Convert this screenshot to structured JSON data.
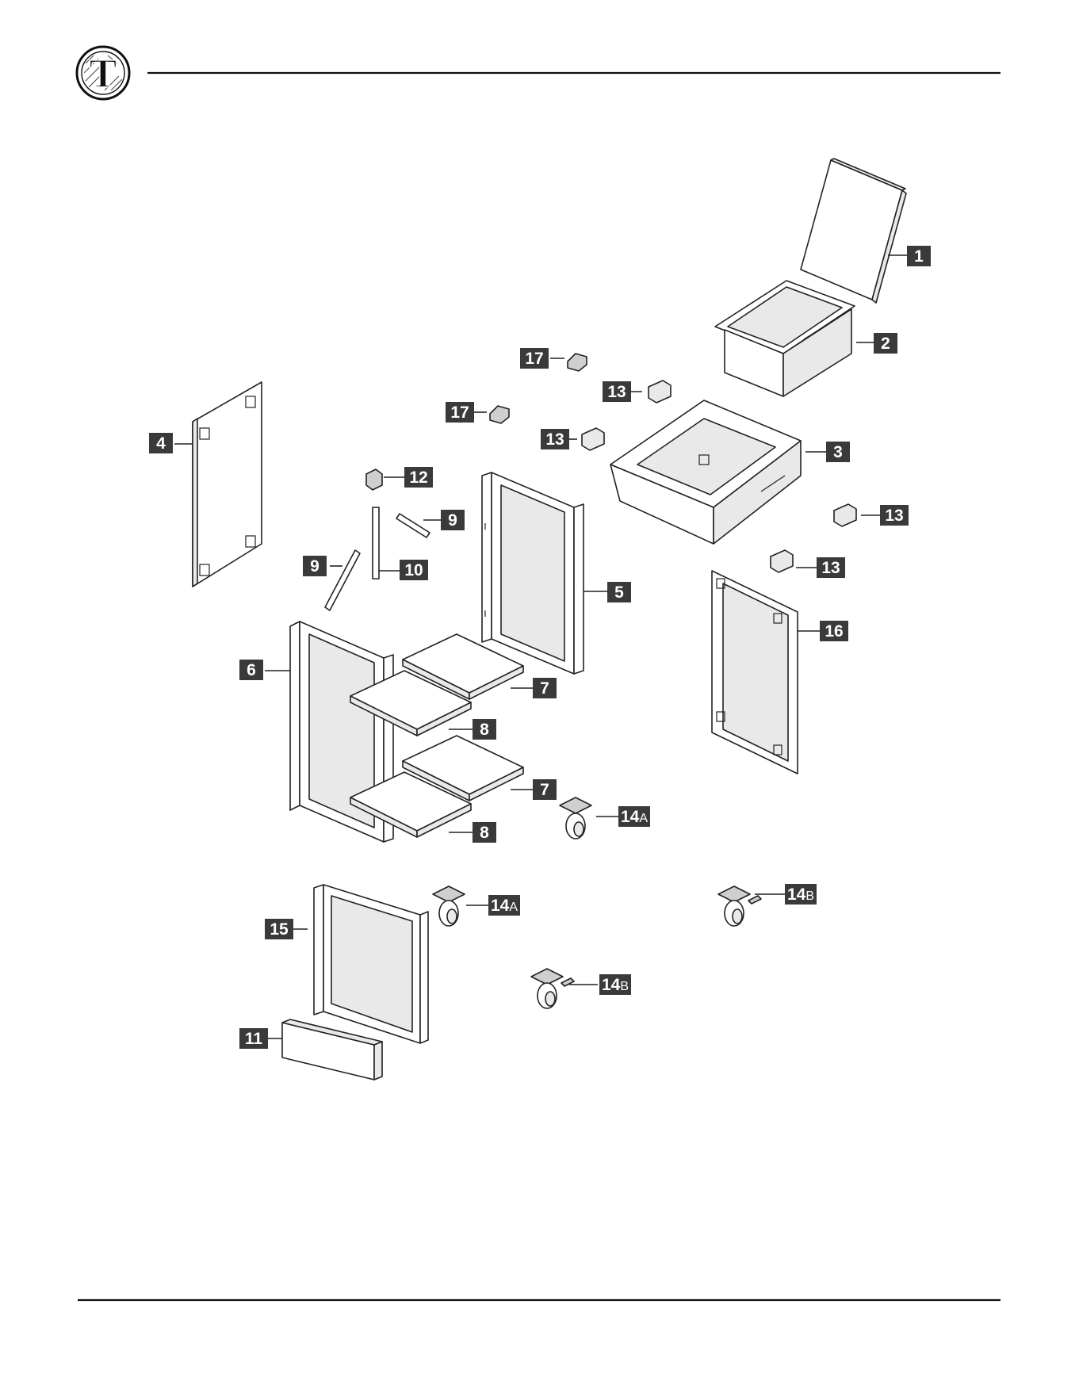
{
  "brand": {
    "logo_letter": "T"
  },
  "labels": [
    {
      "id": "1",
      "text": "1",
      "suffix": ""
    },
    {
      "id": "2",
      "text": "2",
      "suffix": ""
    },
    {
      "id": "3",
      "text": "3",
      "suffix": ""
    },
    {
      "id": "4",
      "text": "4",
      "suffix": ""
    },
    {
      "id": "5",
      "text": "5",
      "suffix": ""
    },
    {
      "id": "6",
      "text": "6",
      "suffix": ""
    },
    {
      "id": "7a",
      "text": "7",
      "suffix": ""
    },
    {
      "id": "7b",
      "text": "7",
      "suffix": ""
    },
    {
      "id": "8a",
      "text": "8",
      "suffix": ""
    },
    {
      "id": "8b",
      "text": "8",
      "suffix": ""
    },
    {
      "id": "9a",
      "text": "9",
      "suffix": ""
    },
    {
      "id": "9b",
      "text": "9",
      "suffix": ""
    },
    {
      "id": "10",
      "text": "10",
      "suffix": ""
    },
    {
      "id": "11",
      "text": "11",
      "suffix": ""
    },
    {
      "id": "12",
      "text": "12",
      "suffix": ""
    },
    {
      "id": "13a",
      "text": "13",
      "suffix": ""
    },
    {
      "id": "13b",
      "text": "13",
      "suffix": ""
    },
    {
      "id": "13c",
      "text": "13",
      "suffix": ""
    },
    {
      "id": "13d",
      "text": "13",
      "suffix": ""
    },
    {
      "id": "14a1",
      "text": "14",
      "suffix": "A"
    },
    {
      "id": "14a2",
      "text": "14",
      "suffix": "A"
    },
    {
      "id": "14b1",
      "text": "14",
      "suffix": "B"
    },
    {
      "id": "14b2",
      "text": "14",
      "suffix": "B"
    },
    {
      "id": "15",
      "text": "15",
      "suffix": ""
    },
    {
      "id": "16",
      "text": "16",
      "suffix": ""
    },
    {
      "id": "17a",
      "text": "17",
      "suffix": ""
    },
    {
      "id": "17b",
      "text": "17",
      "suffix": ""
    }
  ]
}
